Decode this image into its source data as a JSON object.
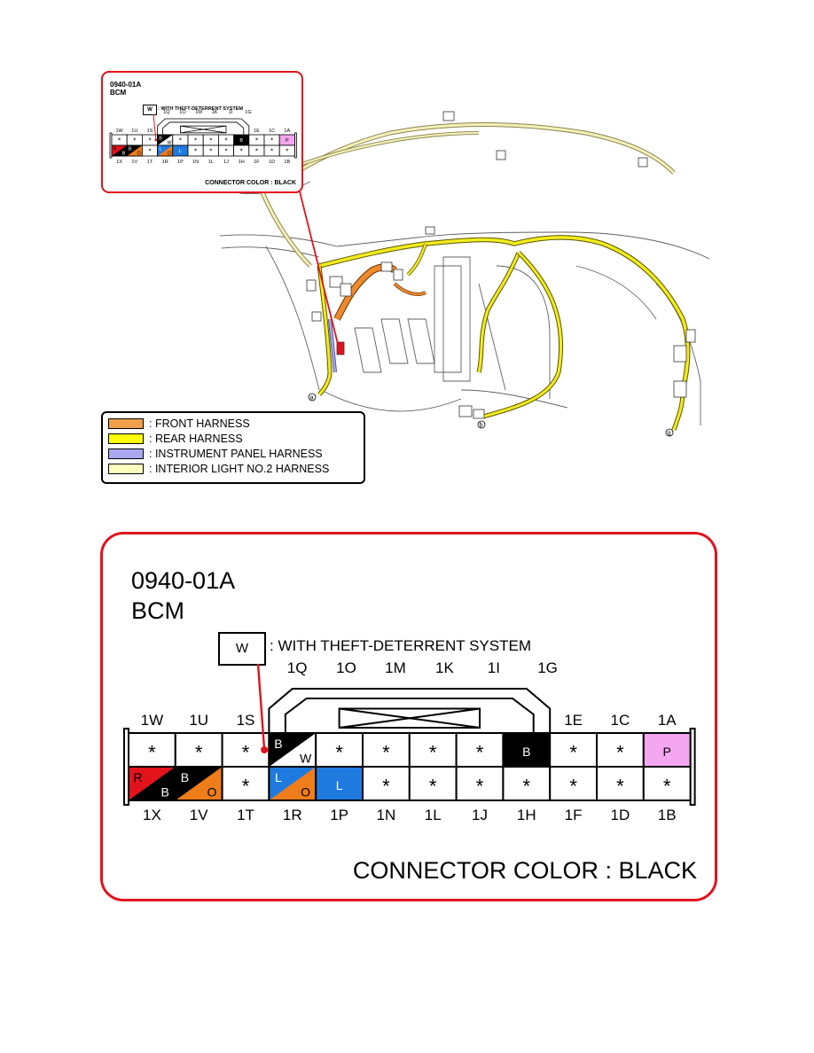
{
  "inset": {
    "code": "0940-01A",
    "name": "BCM",
    "w_box": "W",
    "w_note": ": WITH THEFT-DETERRENT SYSTEM",
    "connector_color": "CONNECTOR COLOR : BLACK"
  },
  "panel": {
    "code": "0940-01A",
    "name": "BCM",
    "w_box": "W",
    "w_note": ": WITH THEFT-DETERRENT SYSTEM",
    "connector_color": "CONNECTOR COLOR : BLACK"
  },
  "connector": {
    "top_labels": [
      "1Q",
      "1O",
      "1M",
      "1K",
      "1I",
      "1G"
    ],
    "upper_labels": [
      "1W",
      "1U",
      "1S",
      "1E",
      "1C",
      "1A"
    ],
    "upper_label_cols": [
      0,
      1,
      2,
      9,
      10,
      11
    ],
    "bottom_labels": [
      "1X",
      "1V",
      "1T",
      "1R",
      "1P",
      "1N",
      "1L",
      "1J",
      "1H",
      "1F",
      "1D",
      "1B"
    ],
    "upper_row": [
      {
        "type": "empty",
        "mark": "*"
      },
      {
        "type": "empty",
        "mark": "*"
      },
      {
        "type": "empty",
        "mark": "*"
      },
      {
        "type": "split",
        "a": "B",
        "b": "W",
        "fill_a": "#000000",
        "fill_b": "#ffffff"
      },
      {
        "type": "empty",
        "mark": "*"
      },
      {
        "type": "empty",
        "mark": "*"
      },
      {
        "type": "empty",
        "mark": "*"
      },
      {
        "type": "empty",
        "mark": "*"
      },
      {
        "type": "solid",
        "a": "B",
        "fill_a": "#000000",
        "text_color": "#ffffff"
      },
      {
        "type": "empty",
        "mark": "*"
      },
      {
        "type": "empty",
        "mark": "*"
      },
      {
        "type": "solid",
        "a": "P",
        "fill_a": "#f5a6f0",
        "text_color": "#000000"
      }
    ],
    "lower_row": [
      {
        "type": "split",
        "a": "R",
        "b": "B",
        "fill_a": "#e2131b",
        "fill_b": "#000000"
      },
      {
        "type": "split",
        "a": "B",
        "b": "O",
        "fill_a": "#000000",
        "fill_b": "#ef7d1a"
      },
      {
        "type": "empty",
        "mark": "*"
      },
      {
        "type": "split",
        "a": "L",
        "b": "O",
        "fill_a": "#1f7ae0",
        "fill_b": "#ef7d1a"
      },
      {
        "type": "solid",
        "a": "L",
        "fill_a": "#1f7ae0",
        "text_color": "#ffffff"
      },
      {
        "type": "empty",
        "mark": "*"
      },
      {
        "type": "empty",
        "mark": "*"
      },
      {
        "type": "empty",
        "mark": "*"
      },
      {
        "type": "empty",
        "mark": "*"
      },
      {
        "type": "empty",
        "mark": "*"
      },
      {
        "type": "empty",
        "mark": "*"
      },
      {
        "type": "empty",
        "mark": "*"
      }
    ],
    "w_marker_col": 2
  },
  "legend": [
    {
      "color": "#f0a04b",
      "label": ": FRONT HARNESS"
    },
    {
      "color": "#ffff00",
      "label": ": REAR HARNESS"
    },
    {
      "color": "#a8a8f0",
      "label": ": INSTRUMENT PANEL HARNESS"
    },
    {
      "color": "#ffffc0",
      "label": ": INTERIOR LIGHT NO.2 HARNESS"
    }
  ],
  "points": {
    "a": "a",
    "b": "b",
    "g": "g"
  },
  "colors": {
    "frame_red": "#e2131b",
    "rear_yellow": "#f2ec1e",
    "front_orange": "#ef8a2c",
    "interior_cream": "#f3f0b8"
  }
}
